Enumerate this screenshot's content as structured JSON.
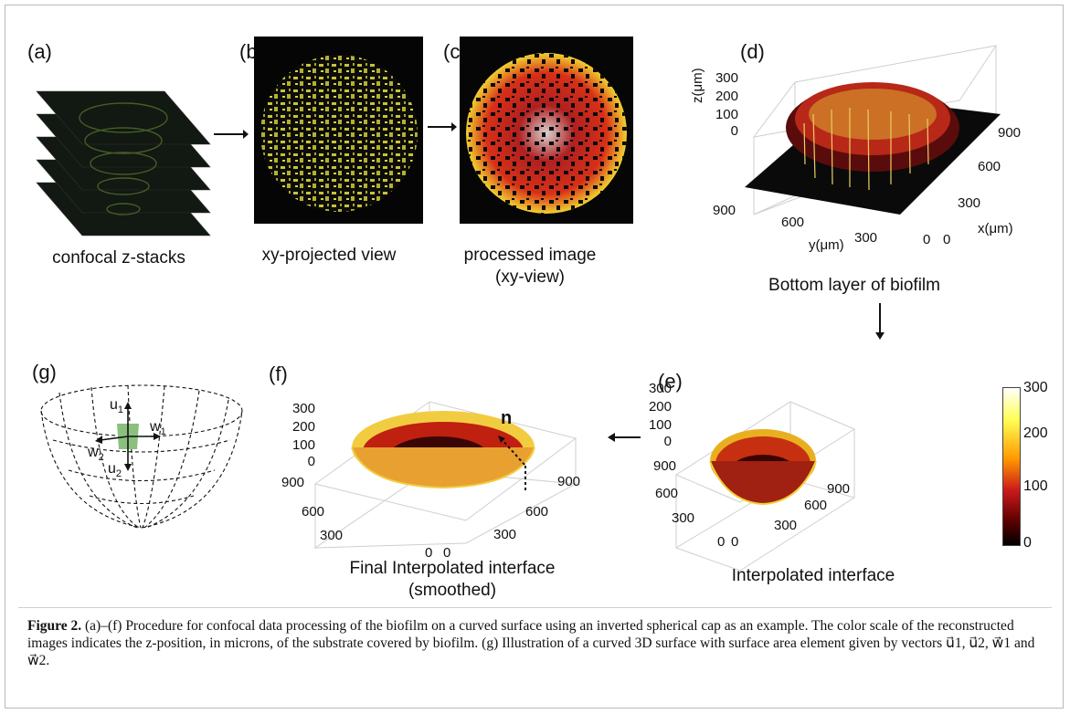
{
  "panels": {
    "a": {
      "label": "(a)",
      "caption": "confocal z-stacks"
    },
    "b": {
      "label": "(b)",
      "caption": "xy-projected view"
    },
    "c": {
      "label": "(c)",
      "caption_line1": "processed image",
      "caption_line2": "(xy-view)"
    },
    "d": {
      "label": "(d)",
      "caption": "Bottom layer of biofilm",
      "zlabel": "z(μm)",
      "xlabel": "x(μm)",
      "ylabel": "y(μm)",
      "zticks": [
        "300",
        "200",
        "100",
        "0"
      ],
      "xticks": [
        "900",
        "600",
        "300",
        "0"
      ],
      "yticks": [
        "900",
        "600",
        "300",
        "0"
      ]
    },
    "e": {
      "label": "(e)",
      "caption": "Interpolated interface",
      "zticks": [
        "300",
        "200",
        "100",
        "0"
      ],
      "xticks": [
        "900",
        "600",
        "300",
        "0"
      ],
      "yticks": [
        "900",
        "600",
        "300",
        "0"
      ]
    },
    "f": {
      "label": "(f)",
      "caption_line1": "Final Interpolated interface",
      "caption_line2": "(smoothed)",
      "normal_label": "n",
      "zticks": [
        "300",
        "200",
        "100",
        "0"
      ],
      "xticks": [
        "900",
        "600",
        "300",
        "0"
      ],
      "yticks": [
        "900",
        "600",
        "300",
        "0"
      ]
    },
    "g": {
      "label": "(g)",
      "u1": "u",
      "u1_sub": "1",
      "u2": "u",
      "u2_sub": "2",
      "w1": "w",
      "w1_sub": "1",
      "w2": "w",
      "w2_sub": "2"
    }
  },
  "colorbar": {
    "ticks": [
      "300",
      "200",
      "100",
      "0"
    ],
    "colors": [
      "#ffffff",
      "#ffff55",
      "#ff9900",
      "#cc1a1a",
      "#5a0000",
      "#000000"
    ]
  },
  "caption": {
    "figure_label": "Figure 2.",
    "text": " (a)–(f) Procedure for confocal data processing of the biofilm on a curved surface using an inverted spherical cap as an example. The color scale of the reconstructed images indicates the z-position, in microns, of the substrate covered by biofilm. (g) Illustration of a curved 3D surface with surface area element given by vectors u⃗1, u⃗2, w⃗1 and w⃗2."
  }
}
